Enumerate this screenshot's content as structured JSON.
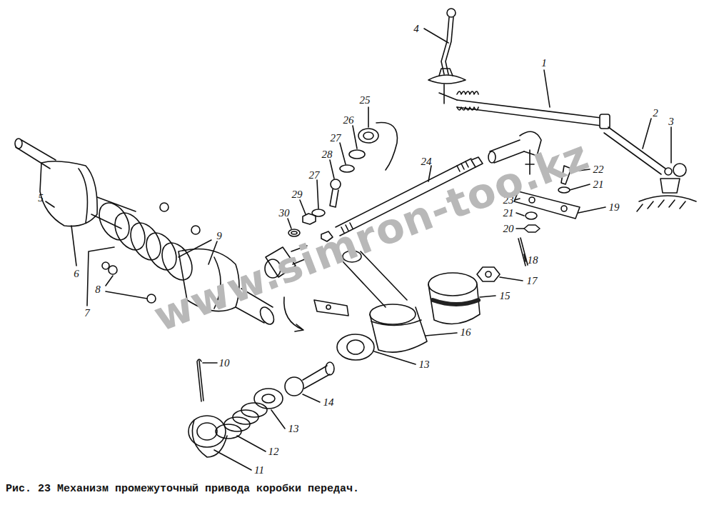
{
  "diagram": {
    "caption": "Рис. 23 Механизм промежуточный привода коробки передач.",
    "labels": [
      "4",
      "1",
      "2",
      "3",
      "25",
      "26",
      "27",
      "28",
      "27",
      "24",
      "22",
      "21",
      "23",
      "19",
      "21",
      "20",
      "5",
      "29",
      "30",
      "9",
      "6",
      "8",
      "7",
      "18",
      "17",
      "15",
      "16",
      "10",
      "13",
      "14",
      "13",
      "12",
      "11",
      "www.simron-too.kz"
    ]
  }
}
